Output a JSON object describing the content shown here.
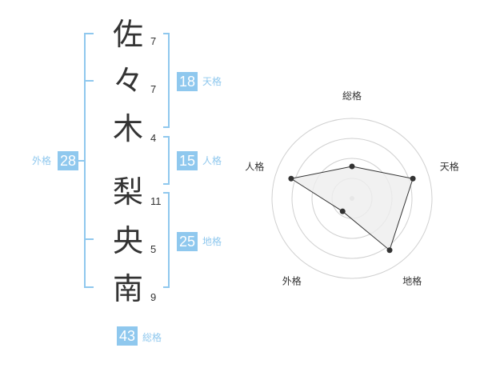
{
  "name": {
    "characters": [
      {
        "char": "佐",
        "strokes": "7"
      },
      {
        "char": "々",
        "strokes": "7"
      },
      {
        "char": "木",
        "strokes": "4"
      },
      {
        "char": "梨",
        "strokes": "11"
      },
      {
        "char": "央",
        "strokes": "5"
      },
      {
        "char": "南",
        "strokes": "9"
      }
    ]
  },
  "kakusu": {
    "tenkaku": {
      "value": "18",
      "label": "天格"
    },
    "jinkaku": {
      "value": "15",
      "label": "人格"
    },
    "chikaku": {
      "value": "25",
      "label": "地格"
    },
    "gaikaku": {
      "value": "28",
      "label": "外格"
    },
    "soukaku": {
      "value": "43",
      "label": "総格"
    }
  },
  "chart_data": {
    "type": "radar",
    "axes": [
      "総格",
      "天格",
      "地格",
      "外格",
      "人格"
    ],
    "values": [
      2,
      4,
      4,
      1,
      4
    ],
    "max": 5,
    "rings": 4
  },
  "colors": {
    "accent": "#8fc8ee",
    "text": "#333333",
    "ring": "#d0d0d0",
    "fill": "#eeeeee",
    "line": "#333333"
  }
}
